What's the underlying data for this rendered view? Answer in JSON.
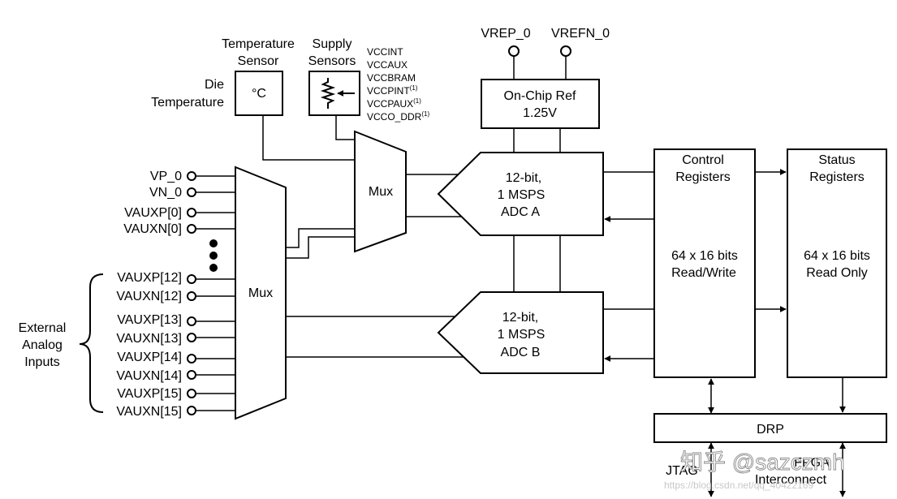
{
  "sensors": {
    "die_temperature": [
      "Die",
      "Temperature"
    ],
    "temperature_sensor": [
      "Temperature",
      "Sensor"
    ],
    "temperature_symbol": "°C",
    "supply_sensors": [
      "Supply",
      "Sensors"
    ],
    "supplies": [
      {
        "name": "VCCINT",
        "note": ""
      },
      {
        "name": "VCCAUX",
        "note": ""
      },
      {
        "name": "VCCBRAM",
        "note": ""
      },
      {
        "name": "VCCPINT",
        "note": "(1)"
      },
      {
        "name": "VCCPAUX",
        "note": "(1)"
      },
      {
        "name": "VCCO_DDR",
        "note": "(1)"
      }
    ]
  },
  "reference": {
    "pins": [
      "VREP_0",
      "VREFN_0"
    ],
    "box": [
      "On-Chip Ref",
      "1.25V"
    ]
  },
  "inputs": {
    "group_label": [
      "External",
      "Analog",
      "Inputs"
    ],
    "pins": [
      "VP_0",
      "VN_0",
      "VAUXP[0]",
      "VAUXN[0]",
      "VAUXP[12]",
      "VAUXN[12]",
      "VAUXP[13]",
      "VAUXN[13]",
      "VAUXP[14]",
      "VAUXN[14]",
      "VAUXP[15]",
      "VAUXN[15]"
    ]
  },
  "mux": {
    "main": "Mux",
    "supply": "Mux"
  },
  "adc_a": [
    "12-bit,",
    "1 MSPS",
    "ADC A"
  ],
  "adc_b": [
    "12-bit,",
    "1 MSPS",
    "ADC B"
  ],
  "control_registers": {
    "title": [
      "Control",
      "Registers"
    ],
    "body": [
      "64 x 16 bits",
      "Read/Write"
    ]
  },
  "status_registers": {
    "title": [
      "Status",
      "Registers"
    ],
    "body": [
      "64 x 16 bits",
      "Read Only"
    ]
  },
  "drp": "DRP",
  "jtag": "JTAG",
  "fpga_interconnect": [
    "FPGA",
    "Interconnect"
  ],
  "watermark": {
    "text": "知乎 @sazczmh",
    "url": "https://blog.csdn.net/qq_40422169"
  }
}
